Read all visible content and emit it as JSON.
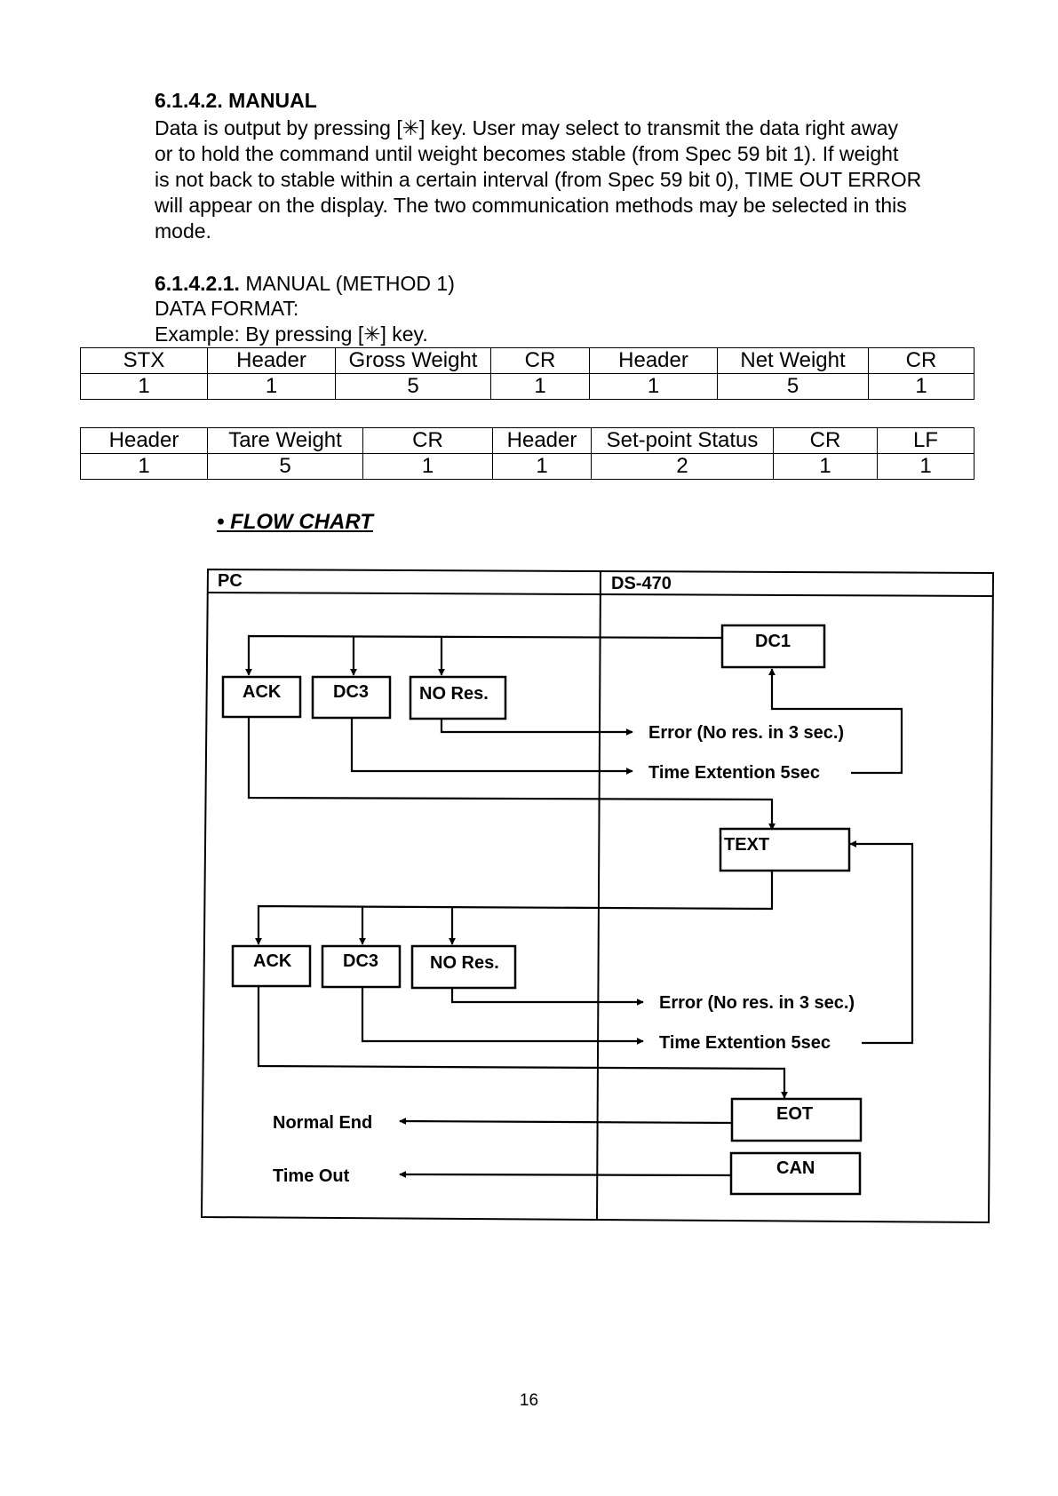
{
  "section": {
    "heading": "6.1.4.2. MANUAL",
    "paragraph_lines": [
      "Data is output by pressing [✳] key. User may select to transmit the data right away",
      "or to hold the command until weight becomes stable (from Spec 59 bit 1).  If weight",
      "is not back to stable within a certain interval (from Spec 59 bit 0), TIME OUT ERROR",
      "will appear on the display.  The two communication methods may be selected in this",
      "mode."
    ]
  },
  "subsection": {
    "number": "6.1.4.2.1.",
    "title": "MANUAL (METHOD 1)",
    "data_format": "DATA FORMAT:",
    "example": "Example: By pressing [✳] key."
  },
  "table1": {
    "headers": [
      "STX",
      "Header",
      "Gross Weight",
      "CR",
      "Header",
      "Net Weight",
      "CR"
    ],
    "values": [
      "1",
      "1",
      "5",
      "1",
      "1",
      "5",
      "1"
    ]
  },
  "table2": {
    "headers": [
      "Header",
      "Tare Weight",
      "CR",
      "Header",
      "Set-point Status",
      "CR",
      "LF"
    ],
    "values": [
      "1",
      "5",
      "1",
      "1",
      "2",
      "1",
      "1"
    ]
  },
  "flow_chart": {
    "title": "• FLOW  CHART",
    "left_column": "PC",
    "right_column": "DS-470",
    "boxes": {
      "dc1": "DC1",
      "ack1": "ACK",
      "dc3_1": "DC3",
      "nores1": "NO Res.",
      "text": "TEXT",
      "ack2": "ACK",
      "dc3_2": "DC3",
      "nores2": "NO Res.",
      "eot": "EOT",
      "can": "CAN"
    },
    "labels": {
      "error1": "Error (No res. in 3 sec.)",
      "time_ext1": "Time Extention 5sec",
      "error2": "Error (No res. in 3 sec.)",
      "time_ext2": "Time Extention 5sec",
      "normal_end": "Normal End",
      "time_out": "Time Out"
    }
  },
  "page_number": "16"
}
